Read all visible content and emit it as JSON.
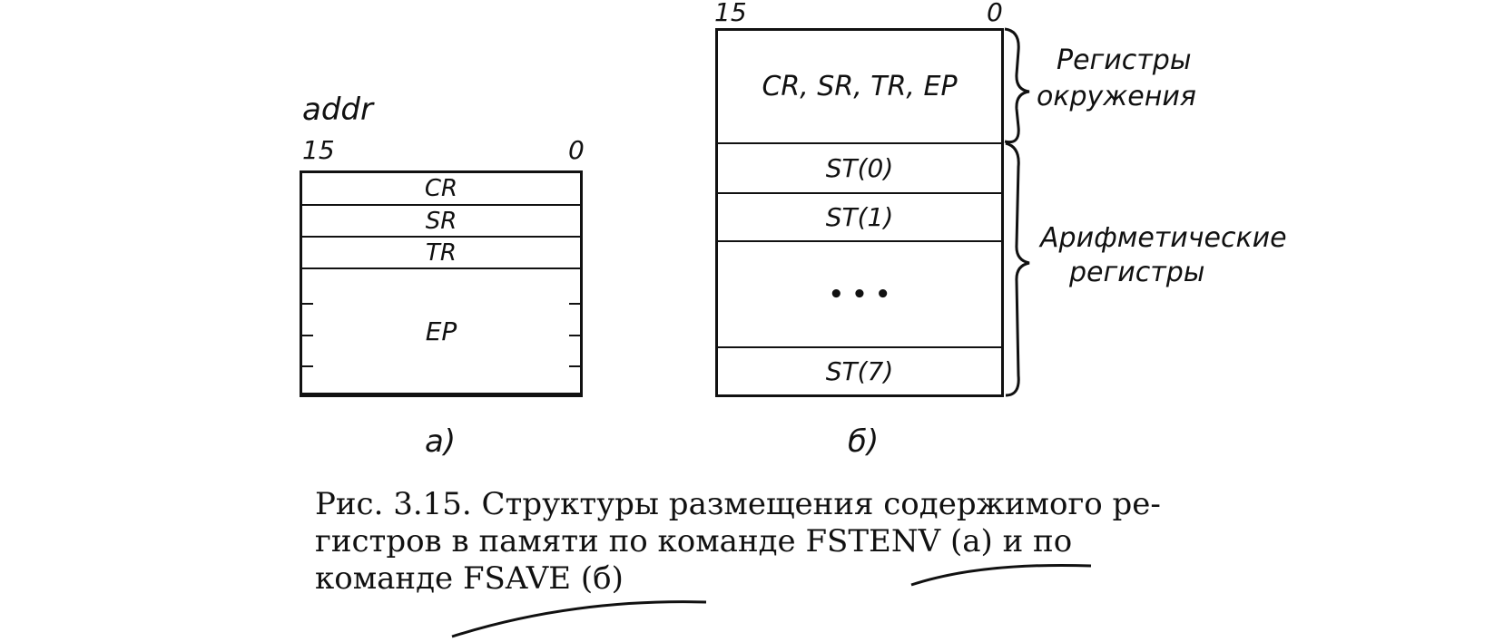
{
  "diagram_a": {
    "addr_label": "addr",
    "bit_high": "15",
    "bit_low": "0",
    "fields": [
      "CR",
      "SR",
      "TR",
      "EP"
    ],
    "sublabel": "a)"
  },
  "diagram_b": {
    "bit_high": "15",
    "bit_low": "0",
    "fields": [
      "CR, SR, TR, EP",
      "ST(0)",
      "ST(1)",
      "• • •",
      "ST(7)"
    ],
    "sublabel": "б)",
    "brace_env_label": [
      "Регистры",
      "окружения"
    ],
    "brace_arith_label": [
      "Арифметические",
      "регистры"
    ]
  },
  "caption": {
    "line1": "Рис. 3.15. Структуры размещения содержимого ре-",
    "line2": "гистров в памяти по команде FSTENV (а) и по",
    "line3": "команде FSAVE (б)"
  }
}
